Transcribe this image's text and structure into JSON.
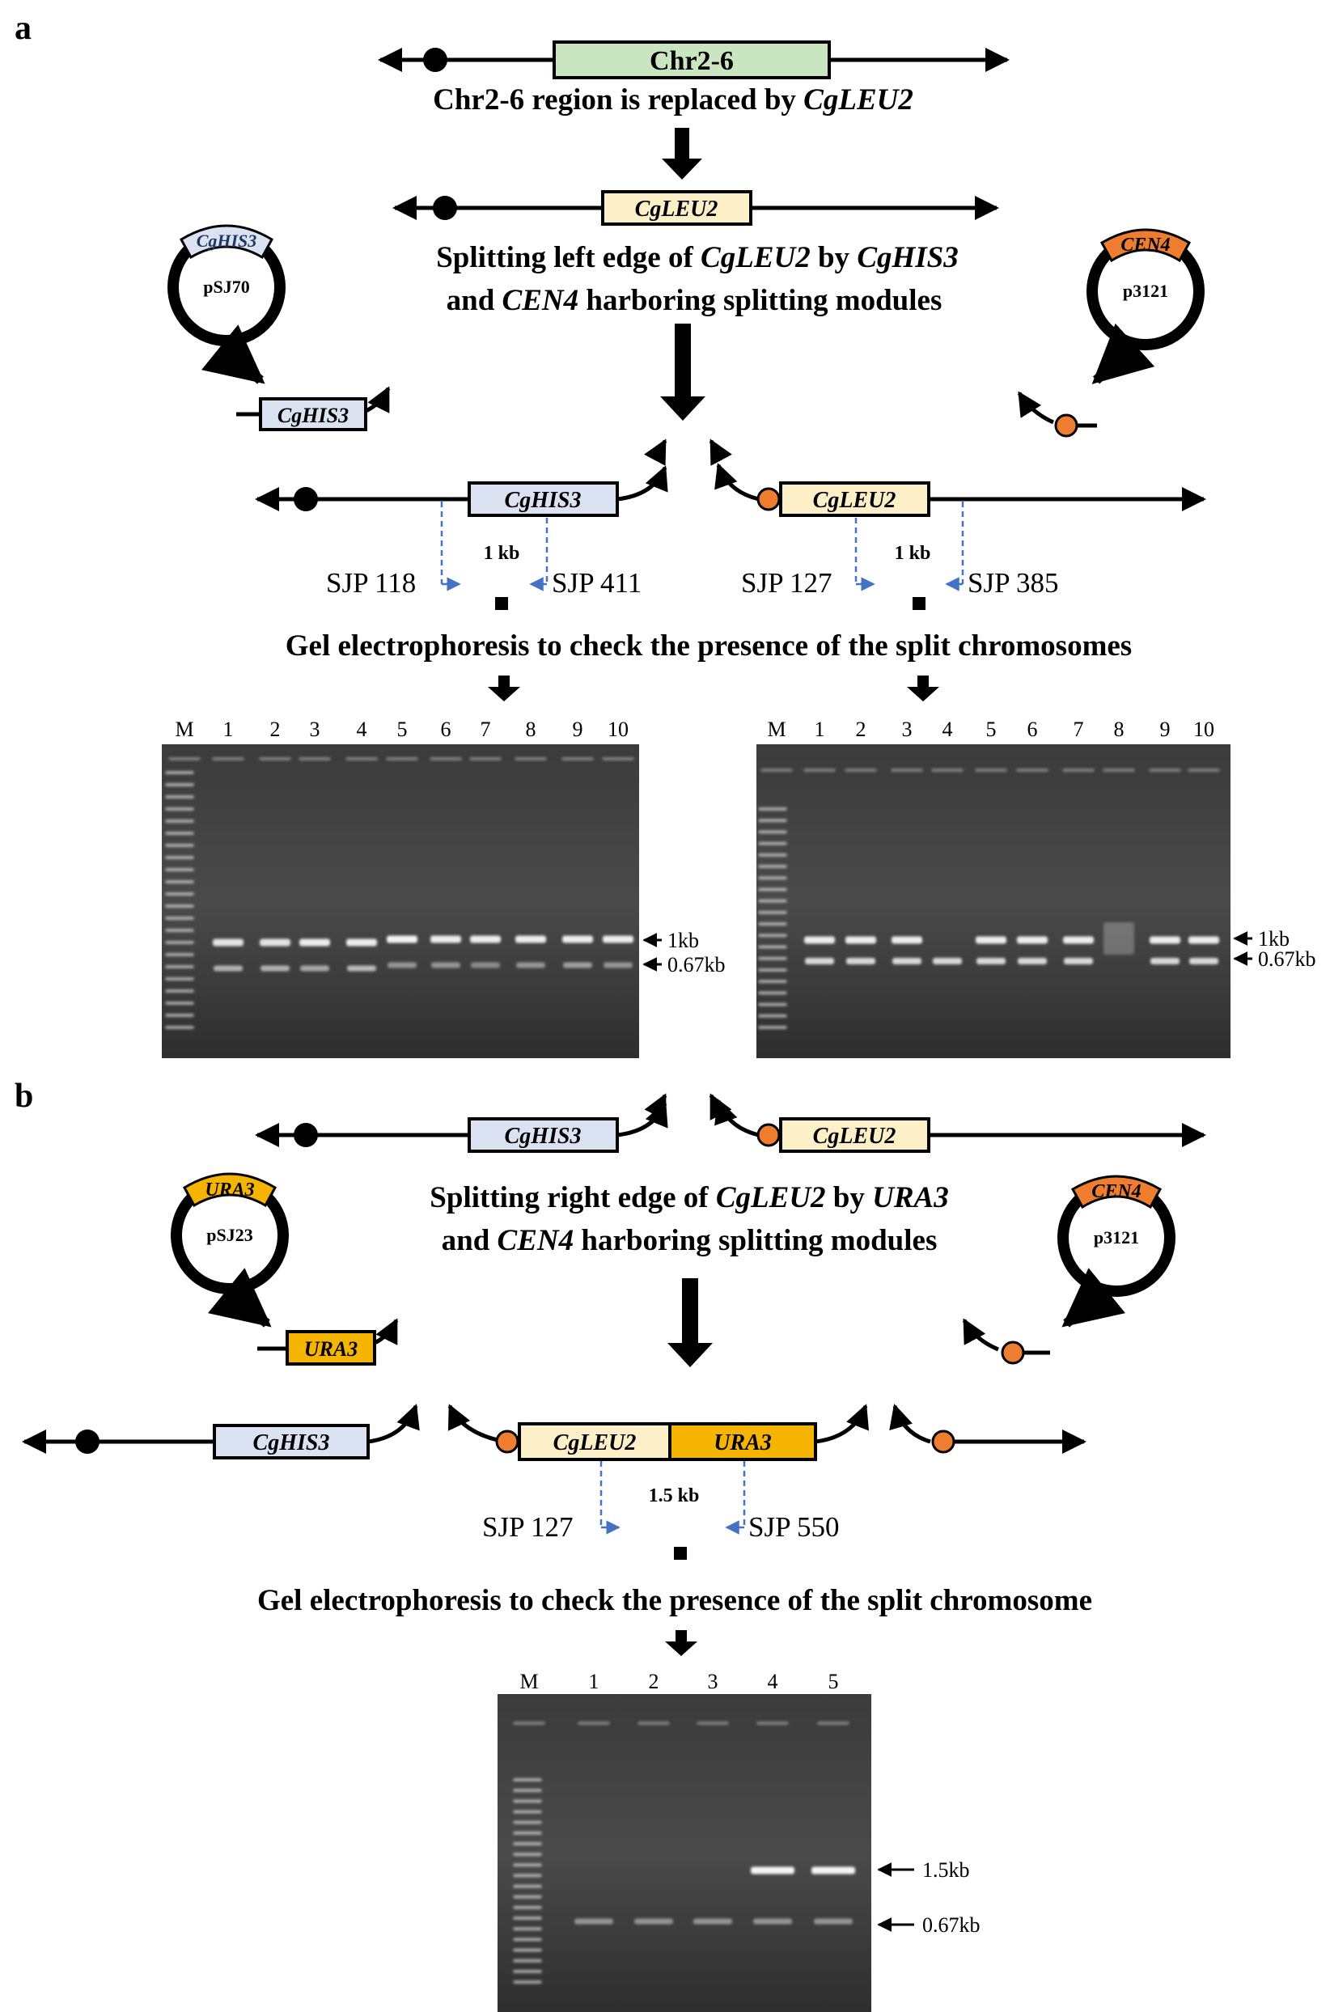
{
  "panel_a": {
    "letter": "a",
    "chr_box": "Chr2-6",
    "title1_text": "Chr2-6 region is replaced by ",
    "title1_gene": "CgLEU2",
    "leu_box": "CgLEU2",
    "split_line1_a": "Splitting left edge of ",
    "split_line1_b": "CgLEU2",
    "split_line1_c": " by ",
    "split_line1_d": "CgHIS3",
    "split_line2_a": "CEN4",
    "split_line2_b": " harboring splitting modules",
    "split_line2_and": "and ",
    "plasmid_left": {
      "name": "pSJ70",
      "marker": "CgHIS3"
    },
    "plasmid_right": {
      "name": "p3121",
      "marker": "CEN4"
    },
    "module_left": "CgHIS3",
    "chrom_left_box": "CgHIS3",
    "chrom_right_box": "CgLEU2",
    "size_left": "1 kb",
    "size_right": "1 kb",
    "primers": [
      "SJP 118",
      "SJP 411",
      "SJP 127",
      "SJP 385"
    ],
    "gel_title": "Gel electrophoresis to check the presence of the split chromosomes",
    "gel_left": {
      "marker_lane": "M",
      "lanes": [
        "1",
        "2",
        "3",
        "4",
        "5",
        "6",
        "7",
        "8",
        "9",
        "10"
      ],
      "band_labels": [
        "1kb",
        "0.67kb"
      ]
    },
    "gel_right": {
      "marker_lane": "M",
      "lanes": [
        "1",
        "2",
        "3",
        "4",
        "5",
        "6",
        "7",
        "8",
        "9",
        "10"
      ],
      "band_labels": [
        "1kb",
        "0.67kb"
      ]
    }
  },
  "panel_b": {
    "letter": "b",
    "top_left_box": "CgHIS3",
    "top_right_box": "CgLEU2",
    "split_line1_a": "Splitting right edge of ",
    "split_line1_b": "CgLEU2",
    "split_line1_c": " by ",
    "split_line1_d": "URA3",
    "split_line2_and": "and ",
    "split_line2_a": "CEN4",
    "split_line2_b": " harboring splitting modules",
    "plasmid_left": {
      "name": "pSJ23",
      "marker": "URA3"
    },
    "plasmid_right": {
      "name": "p3121",
      "marker": "CEN4"
    },
    "module_left": "URA3",
    "chrom_left_box": "CgHIS3",
    "chrom_mid_box1": "CgLEU2",
    "chrom_mid_box2": "URA3",
    "size": "1.5 kb",
    "primers": [
      "SJP 127",
      "SJP  550"
    ],
    "gel_title": "Gel electrophoresis to check the presence of the split chromosome",
    "gel": {
      "marker_lane": "M",
      "lanes": [
        "1",
        "2",
        "3",
        "4",
        "5"
      ],
      "band_labels": [
        "1.5kb",
        "0.67kb"
      ]
    }
  },
  "colors": {
    "chr_green": "#c9e6c1",
    "leu_yellow": "#fdf0c9",
    "his_blue": "#dbe2f1",
    "ura_orange": "#f5b400",
    "cen_orange": "#ee7d30",
    "primer_blue": "#4472c4"
  }
}
